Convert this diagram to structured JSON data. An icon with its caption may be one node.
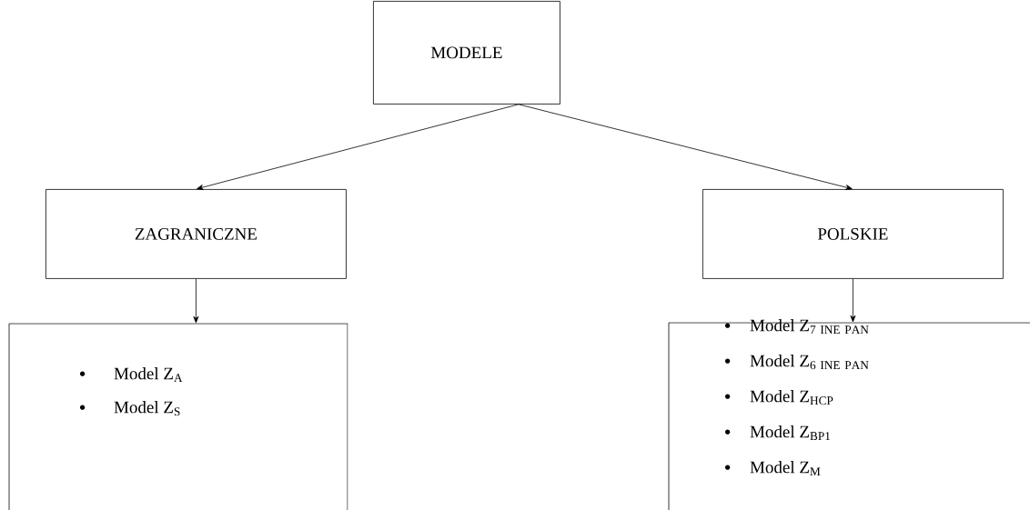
{
  "diagram": {
    "nodes": [
      {
        "text": [
          "MODELE"
        ]
      },
      {
        "text": [
          "ZAGRANICZNE"
        ]
      },
      {
        "text": [
          "POLSKIE"
        ]
      },
      {
        "text": [
          "Model Z$_{A}$",
          "Model Z$_{S}$"
        ]
      },
      {
        "text": [
          "\\mathrm{Model\\ Z}_{\\mathrm{7\\ INE\\ PAN}}",
          "\\mathrm{Model\\ Z}_{\\mathrm{6\\ INE\\ PAN}}",
          "Model Z$_{HCP}$",
          "Model Z$_{BP1}$",
          "Model Z$_{M}$"
        ]
      }
    ],
    "edges": [
      {
        "from": 0,
        "to": 1,
        "arrow": "to"
      },
      {
        "from": 0,
        "to": 2,
        "arrow": "to"
      },
      {
        "from": 1,
        "to": 3,
        "arrow": "to"
      },
      {
        "from": 2,
        "to": 4,
        "arrow": "to"
      }
    ]
  }
}
